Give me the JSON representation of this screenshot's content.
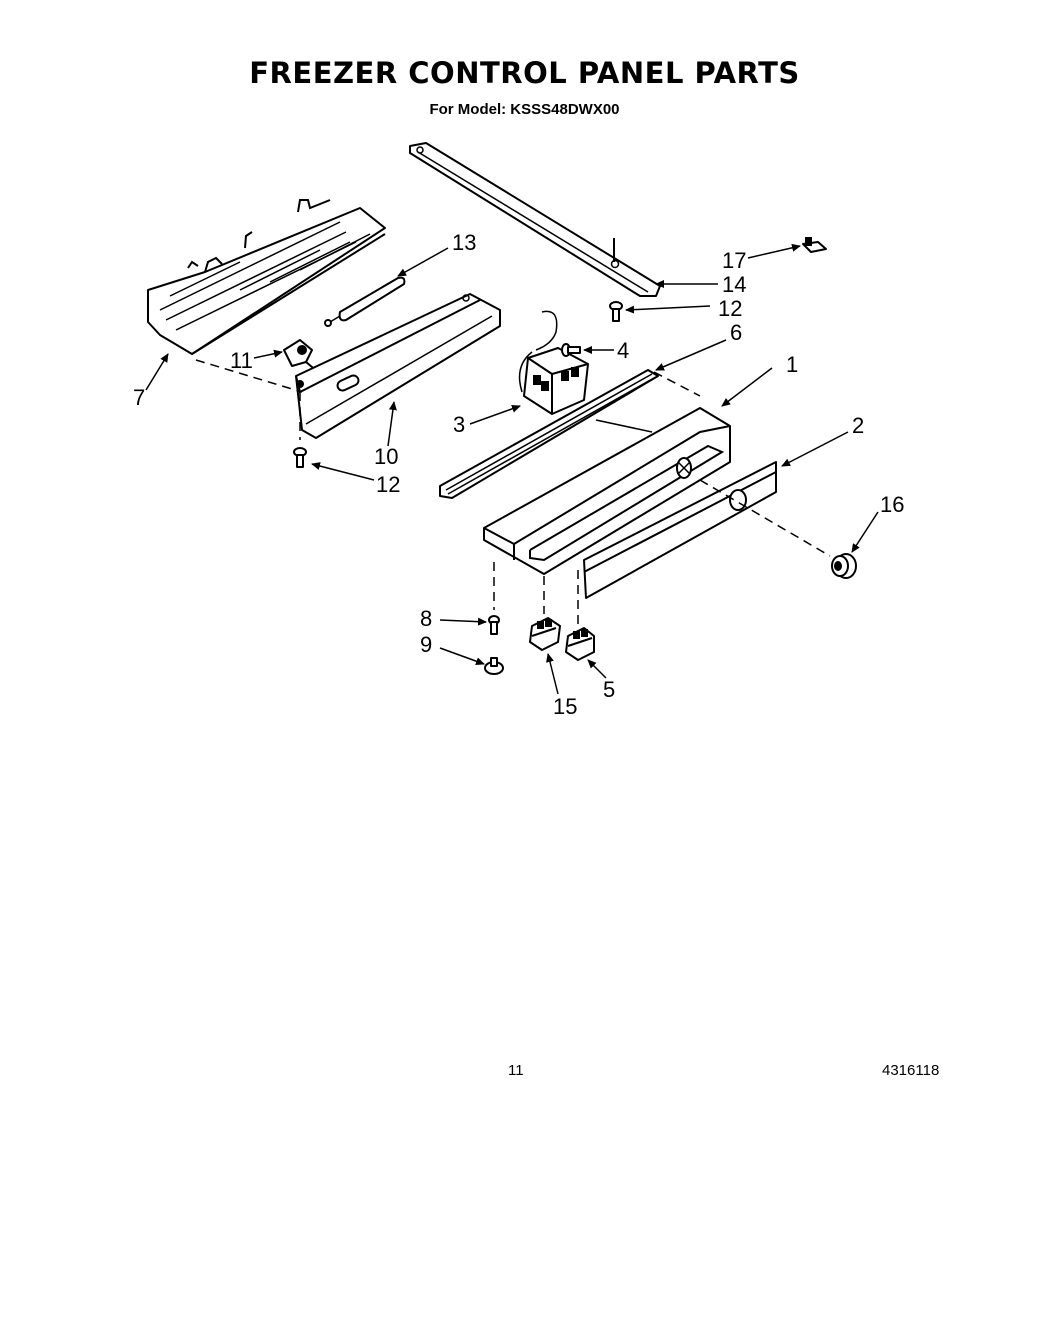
{
  "header": {
    "title": "FREEZER CONTROL PANEL PARTS",
    "subtitle": "For Model: KSSS48DWX00"
  },
  "footer": {
    "page_number": "11",
    "doc_number": "4316118"
  },
  "callouts": {
    "c1": "1",
    "c2": "2",
    "c3": "3",
    "c4": "4",
    "c5": "5",
    "c6": "6",
    "c7": "7",
    "c8": "8",
    "c9": "9",
    "c10": "10",
    "c11": "11",
    "c12a": "12",
    "c12b": "12",
    "c13": "13",
    "c14": "14",
    "c15": "15",
    "c16": "16",
    "c17": "17"
  }
}
